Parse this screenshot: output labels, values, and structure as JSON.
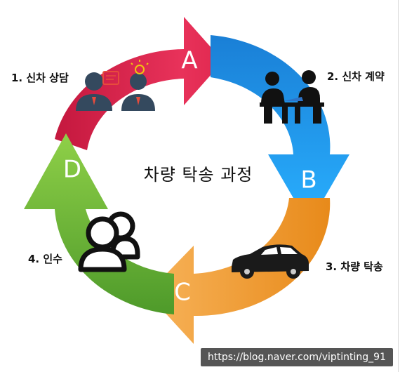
{
  "center_title": "차량 탁송 과정",
  "stages": [
    {
      "letter": "A",
      "color": "#e0284f",
      "color_end": "#2a8de0"
    },
    {
      "letter": "B",
      "color": "#1f9ef2",
      "color_end": "#f29a1f"
    },
    {
      "letter": "C",
      "color": "#f5a033",
      "color_end": "#6bb83a"
    },
    {
      "letter": "D",
      "color": "#7dc03c",
      "color_end": "#e0284f"
    }
  ],
  "steps": [
    {
      "label": "1. 신차 상담",
      "icon": "consultation-people-icon"
    },
    {
      "label": "2. 신차 계약",
      "icon": "contract-signing-icon"
    },
    {
      "label": "3. 차량 탁송",
      "icon": "car-icon"
    },
    {
      "label": "4. 인수",
      "icon": "users-icon"
    }
  ],
  "watermark": "https://blog.naver.com/viptinting_91"
}
